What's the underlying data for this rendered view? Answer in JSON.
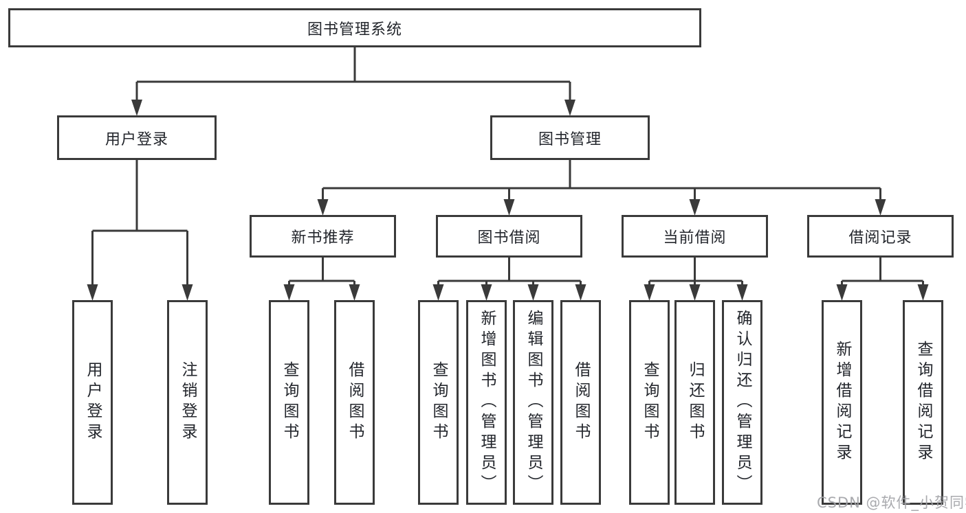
{
  "diagram": {
    "root": {
      "label": "图书管理系统"
    },
    "branches": [
      {
        "label": "用户登录",
        "children": [
          {
            "label": "用户登录"
          },
          {
            "label": "注销登录"
          }
        ]
      },
      {
        "label": "图书管理",
        "children": [
          {
            "label": "新书推荐",
            "children": [
              {
                "label": "查询图书"
              },
              {
                "label": "借阅图书"
              }
            ]
          },
          {
            "label": "图书借阅",
            "children": [
              {
                "label": "查询图书"
              },
              {
                "label": "新增图书（管理员）"
              },
              {
                "label": "编辑图书（管理员）"
              },
              {
                "label": "借阅图书"
              }
            ]
          },
          {
            "label": "当前借阅",
            "children": [
              {
                "label": "查询图书"
              },
              {
                "label": "归还图书"
              },
              {
                "label": "确认归还（管理员）"
              }
            ]
          },
          {
            "label": "借阅记录",
            "children": [
              {
                "label": "新增借阅记录"
              },
              {
                "label": "查询借阅记录"
              }
            ]
          }
        ]
      }
    ]
  },
  "watermark": {
    "text": "CSDN @软件_小贺同学"
  },
  "colors": {
    "line": "#3a3a3a",
    "box_background": "#ffffff",
    "text": "#23262c",
    "watermark": "#a2a3a7"
  }
}
